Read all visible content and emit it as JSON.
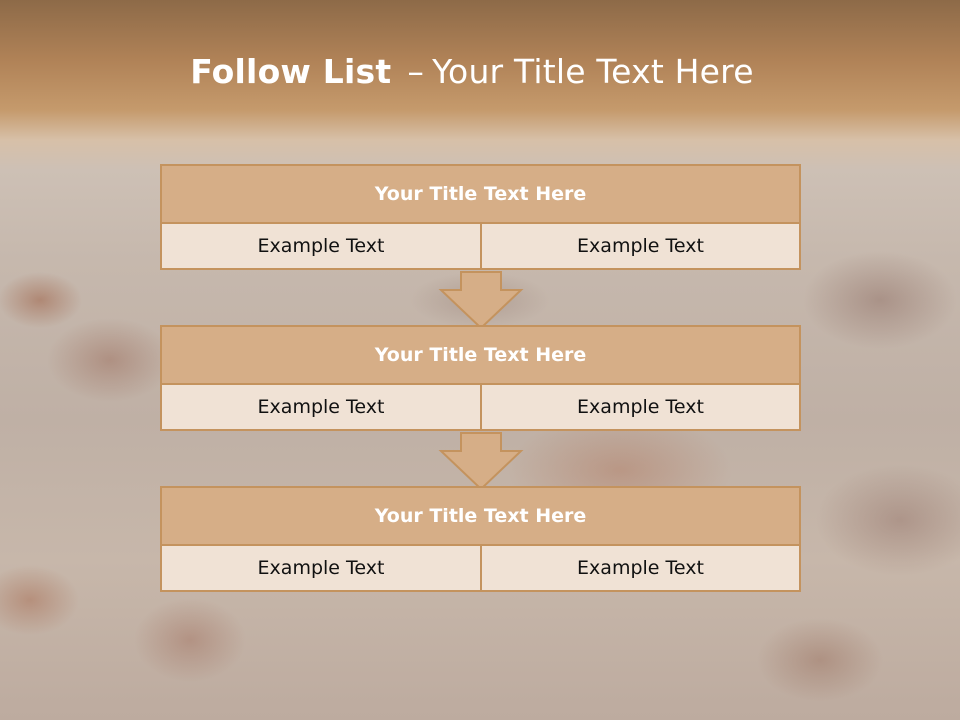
{
  "slide": {
    "title_bold": "Follow List",
    "title_dash": "–",
    "title_rest": "Your Title Text Here"
  },
  "blocks": [
    {
      "title": "Your Title Text Here",
      "left": "Example Text",
      "right": "Example Text"
    },
    {
      "title": "Your Title Text Here",
      "left": "Example Text",
      "right": "Example Text"
    },
    {
      "title": "Your Title Text Here",
      "left": "Example Text",
      "right": "Example Text"
    }
  ],
  "colors": {
    "accent": "#c4935e",
    "header_fill": "#d6ae87",
    "cell_fill": "#f0e2d5"
  },
  "icons": [
    "down-arrow-icon",
    "down-arrow-icon"
  ]
}
